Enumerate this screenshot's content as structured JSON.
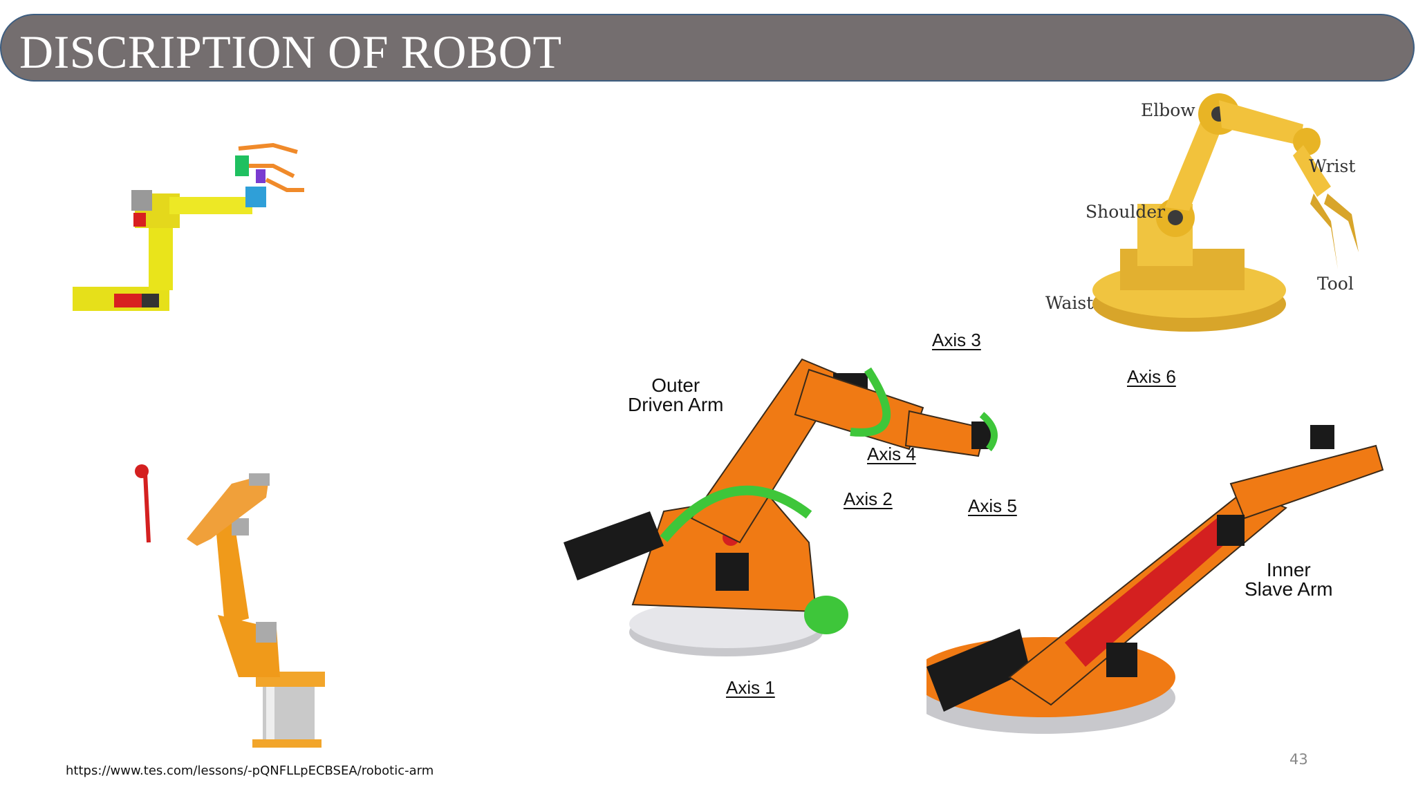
{
  "slide": {
    "title": "DISCRIPTION OF ROBOT",
    "source": "https://www.tes.com/lessons/-pQNFLLpECBSEA/robotic-arm",
    "page_number": "43"
  },
  "anatomy": {
    "labels": [
      "Elbow",
      "Wrist",
      "Shoulder",
      "Tool",
      "Waist"
    ]
  },
  "axes_diagram": {
    "axis_labels": [
      "Axis 1",
      "Axis 2",
      "Axis 3",
      "Axis 4",
      "Axis 5",
      "Axis 6"
    ],
    "outer_arm": [
      "Outer",
      "Driven Arm"
    ],
    "inner_arm": [
      "Inner",
      "Slave Arm"
    ]
  },
  "colors": {
    "title_bar": "#746e6f",
    "title_border": "#3d5d80",
    "robot_orange": "#f07a14",
    "robot_yellow": "#e8b322",
    "axis_green": "#3ec63a"
  }
}
